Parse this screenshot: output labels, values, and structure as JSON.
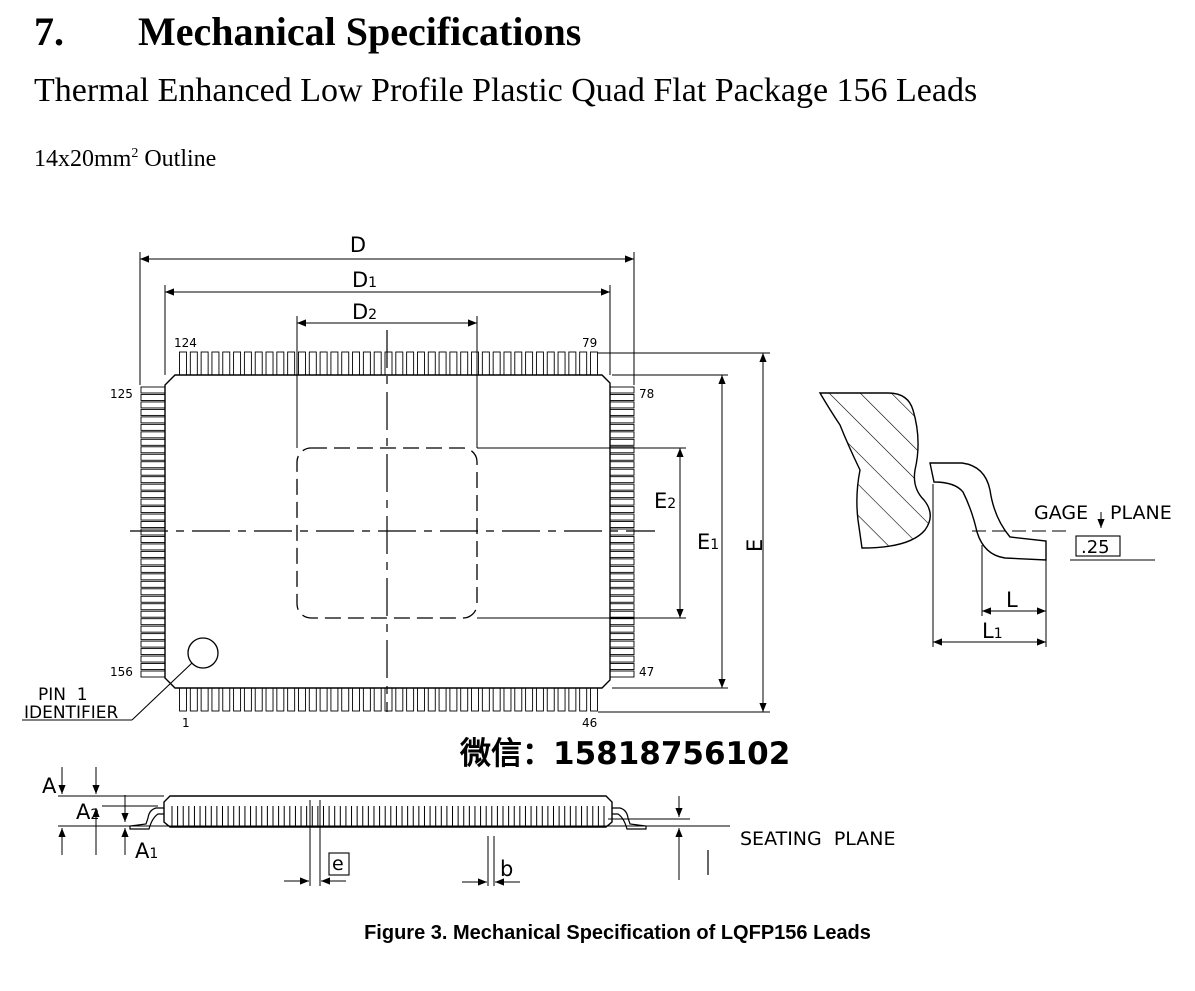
{
  "section": {
    "number": "7.",
    "title": "Mechanical Specifications",
    "subtitle": "Thermal Enhanced Low Profile Plastic Quad Flat Package 156 Leads",
    "outline_base": "14x20mm",
    "outline_sup": "2",
    "outline_suffix": " Outline"
  },
  "drawing": {
    "dimension_labels": {
      "D": "D",
      "D1_base": "D",
      "D1_sub": "1",
      "D2_base": "D",
      "D2_sub": "2",
      "E": "E",
      "E1_base": "E",
      "E1_sub": "1",
      "E2_base": "E",
      "E2_sub": "2",
      "A": "A",
      "A1_base": "A",
      "A1_sub": "1",
      "A2_base": "A",
      "A2_sub": "2",
      "e": "e",
      "b": "b",
      "L": "L",
      "L1_base": "L",
      "L1_sub": "1",
      "gage_value": ".25"
    },
    "pin_numbers": {
      "p124": "124",
      "p79": "79",
      "p125": "125",
      "p78": "78",
      "p156": "156",
      "p47": "47",
      "p1": "1",
      "p46": "46"
    },
    "pin1_identifier": [
      "PIN  1",
      "IDENTIFIER"
    ],
    "gage_plane_left": "GAGE",
    "gage_plane_right": "PLANE",
    "seating_plane": "SEATING  PLANE"
  },
  "watermark": "微信：15818756102",
  "caption": "Figure 3. Mechanical Specification of LQFP156 Leads"
}
